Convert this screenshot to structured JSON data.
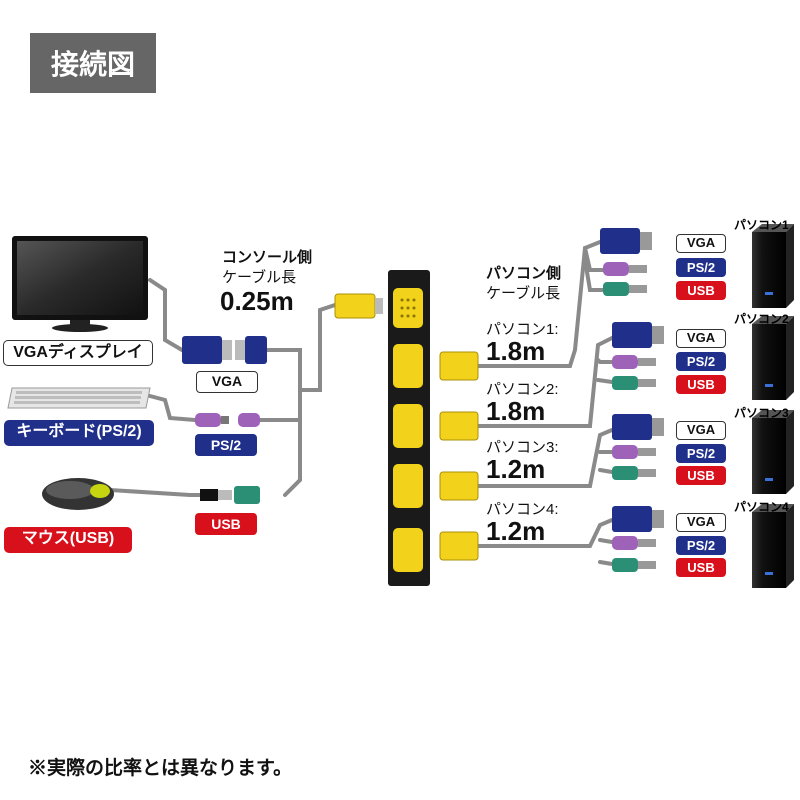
{
  "title": "接続図",
  "console": {
    "cable_title": "コンソール側",
    "cable_sub": "ケーブル長",
    "cable_length": "0.25m"
  },
  "pc_side": {
    "cable_title": "パソコン側",
    "cable_sub": "ケーブル長"
  },
  "devices": {
    "monitor": "VGAディスプレイ",
    "keyboard": "キーボード(PS/2)",
    "mouse": "マウス(USB)"
  },
  "console_ports": {
    "vga": "VGA",
    "ps2": "PS/2",
    "usb": "USB"
  },
  "pcs": [
    {
      "name": "パソコン1",
      "cable_label": "パソコン1:",
      "length": "1.8m",
      "vga": "VGA",
      "ps2": "PS/2",
      "usb": "USB"
    },
    {
      "name": "パソコン2",
      "cable_label": "パソコン2:",
      "length": "1.8m",
      "vga": "VGA",
      "ps2": "PS/2",
      "usb": "USB"
    },
    {
      "name": "パソコン3",
      "cable_label": "パソコン3:",
      "length": "1.2m",
      "vga": "VGA",
      "ps2": "PS/2",
      "usb": "USB"
    },
    {
      "name": "パソコン4",
      "cable_label": "パソコン4:",
      "length": "1.2m",
      "vga": "VGA",
      "ps2": "PS/2",
      "usb": "USB"
    }
  ],
  "note": "※実際の比率とは異なります。",
  "colors": {
    "vga_blue": "#1f2f8a",
    "ps2_purple": "#9e62b8",
    "usb_green": "#2a8f74",
    "usb_red": "#d7101c",
    "connector_yellow": "#f2d21b",
    "cable_gray": "#8a8a8a",
    "switch_body": "#1a1a1a"
  }
}
